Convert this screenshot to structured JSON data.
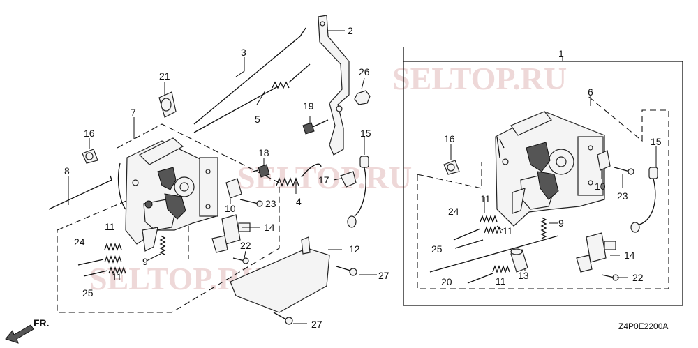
{
  "diagram_code": "Z4P0E2200A",
  "direction_label": "FR.",
  "watermarks": [
    "SELTOP.RU",
    "SELTOP.RU",
    "SELTOP.RU"
  ],
  "callouts": [
    "1",
    "2",
    "3",
    "5",
    "6",
    "7",
    "8",
    "9",
    "10",
    "11",
    "12",
    "13",
    "14",
    "15",
    "16",
    "17",
    "18",
    "19",
    "20",
    "21",
    "22",
    "23",
    "24",
    "25",
    "26",
    "27",
    "4"
  ],
  "labels": {
    "c1": "1",
    "c2": "2",
    "c3": "3",
    "c4": "4",
    "c5": "5",
    "c6": "6",
    "c7": "7",
    "c8": "8",
    "c9a": "9",
    "c9b": "9",
    "c10a": "10",
    "c10b": "10",
    "c11a": "11",
    "c11b": "11",
    "c11c": "11",
    "c11d": "11",
    "c11e": "11",
    "c12": "12",
    "c13": "13",
    "c14a": "14",
    "c14b": "14",
    "c15a": "15",
    "c15b": "15",
    "c16a": "16",
    "c16b": "16",
    "c17": "17",
    "c18": "18",
    "c19": "19",
    "c20": "20",
    "c21": "21",
    "c22a": "22",
    "c22b": "22",
    "c23a": "23",
    "c23b": "23",
    "c24a": "24",
    "c24b": "24",
    "c25a": "25",
    "c25b": "25",
    "c26": "26",
    "c27a": "27",
    "c27b": "27"
  }
}
